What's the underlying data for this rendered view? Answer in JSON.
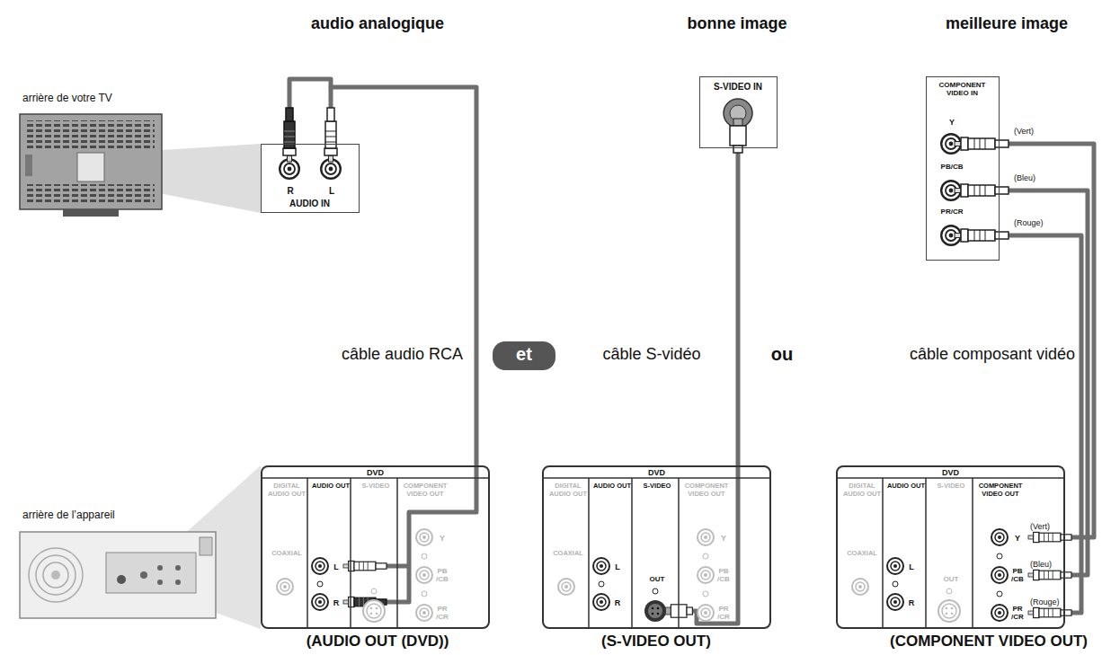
{
  "diagram": {
    "nodes": [
      {
        "text": [
          "R",
          "L",
          "AUDIO IN"
        ]
      },
      {
        "text": [
          "S-VIDEO IN"
        ]
      },
      {
        "text": [
          "COMPONENT VIDEO IN",
          "Y",
          "PB/CB",
          "PR/CR"
        ]
      },
      {
        "text": [
          "et"
        ]
      },
      {
        "text": [
          "DVD",
          "DIGITAL AUDIO OUT",
          "AUDIO OUT",
          "S-VIDEO",
          "COMPONENT VIDEO OUT",
          "COAXIAL",
          "L",
          "R",
          "Y",
          "PB /CB",
          "PR /CR"
        ]
      },
      {
        "text": [
          "DVD",
          "DIGITAL AUDIO OUT",
          "AUDIO OUT",
          "S-VIDEO",
          "COMPONENT VIDEO OUT",
          "COAXIAL",
          "L",
          "R",
          "OUT",
          "Y",
          "PB /CB",
          "PR /CR"
        ]
      },
      {
        "text": [
          "DVD",
          "DIGITAL AUDIO OUT",
          "AUDIO OUT",
          "S-VIDEO",
          "COMPONENT VIDEO OUT",
          "COAXIAL",
          "L",
          "R",
          "OUT",
          "Y",
          "PB /CB",
          "PR /CR"
        ]
      }
    ],
    "edges": [
      {
        "from": 0,
        "to": 4,
        "arrow": "none",
        "label": "câble audio RCA"
      },
      {
        "from": 1,
        "to": 5,
        "arrow": "none",
        "label": "câble S-vidéo"
      },
      {
        "from": 2,
        "to": 6,
        "arrow": "none",
        "label": "(Vert)"
      },
      {
        "from": 2,
        "to": 6,
        "arrow": "none",
        "label": "(Bleu)"
      },
      {
        "from": 2,
        "to": 6,
        "arrow": "none",
        "label": "(Rouge)"
      }
    ],
    "labels": [
      "audio analogique",
      "bonne image",
      "meilleure image",
      "arrière de votre TV",
      "arrière de l’appareil",
      "ou",
      "câble composant vidéo",
      "(Vert)",
      "(Bleu)",
      "(Rouge)",
      "(AUDIO OUT (DVD))",
      "(S-VIDEO OUT)",
      "(COMPONENT VIDEO OUT)"
    ]
  }
}
